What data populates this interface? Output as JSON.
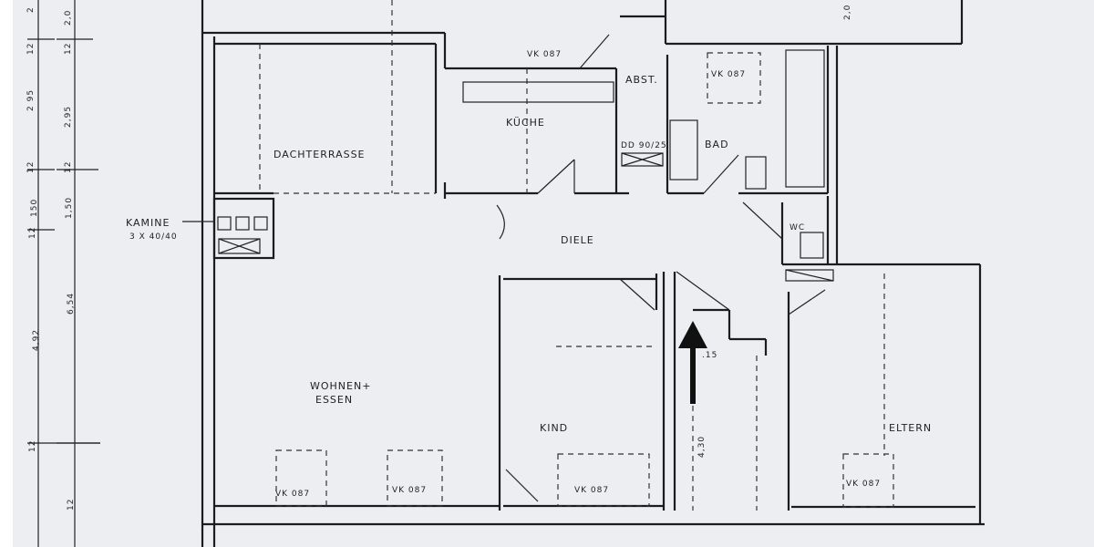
{
  "rooms": {
    "dachterrasse": "DACHTERRASSE",
    "kueche": "KÜCHE",
    "abst": "ABST.",
    "bad": "BAD",
    "wc": "WC",
    "diele": "DIELE",
    "wohnen_line1": "WOHNEN+",
    "wohnen_line2": "ESSEN",
    "kind": "KIND",
    "eltern": "ELTERN"
  },
  "annotations": {
    "kamine_line1": "KAMINE",
    "kamine_line2": "3 X 40/40",
    "duct": "DD 90/25",
    "window": "VK 087"
  },
  "dimensions": {
    "outer": [
      "2",
      "12",
      "2 95",
      "12",
      "150",
      "12",
      "4,92",
      "12"
    ],
    "inner": [
      "2,0",
      "12",
      "2,95",
      "12",
      "1,50",
      "6,54",
      "12"
    ],
    "stair_depth": "4,30",
    "stair_step": ".15",
    "right_top": "2,0"
  }
}
